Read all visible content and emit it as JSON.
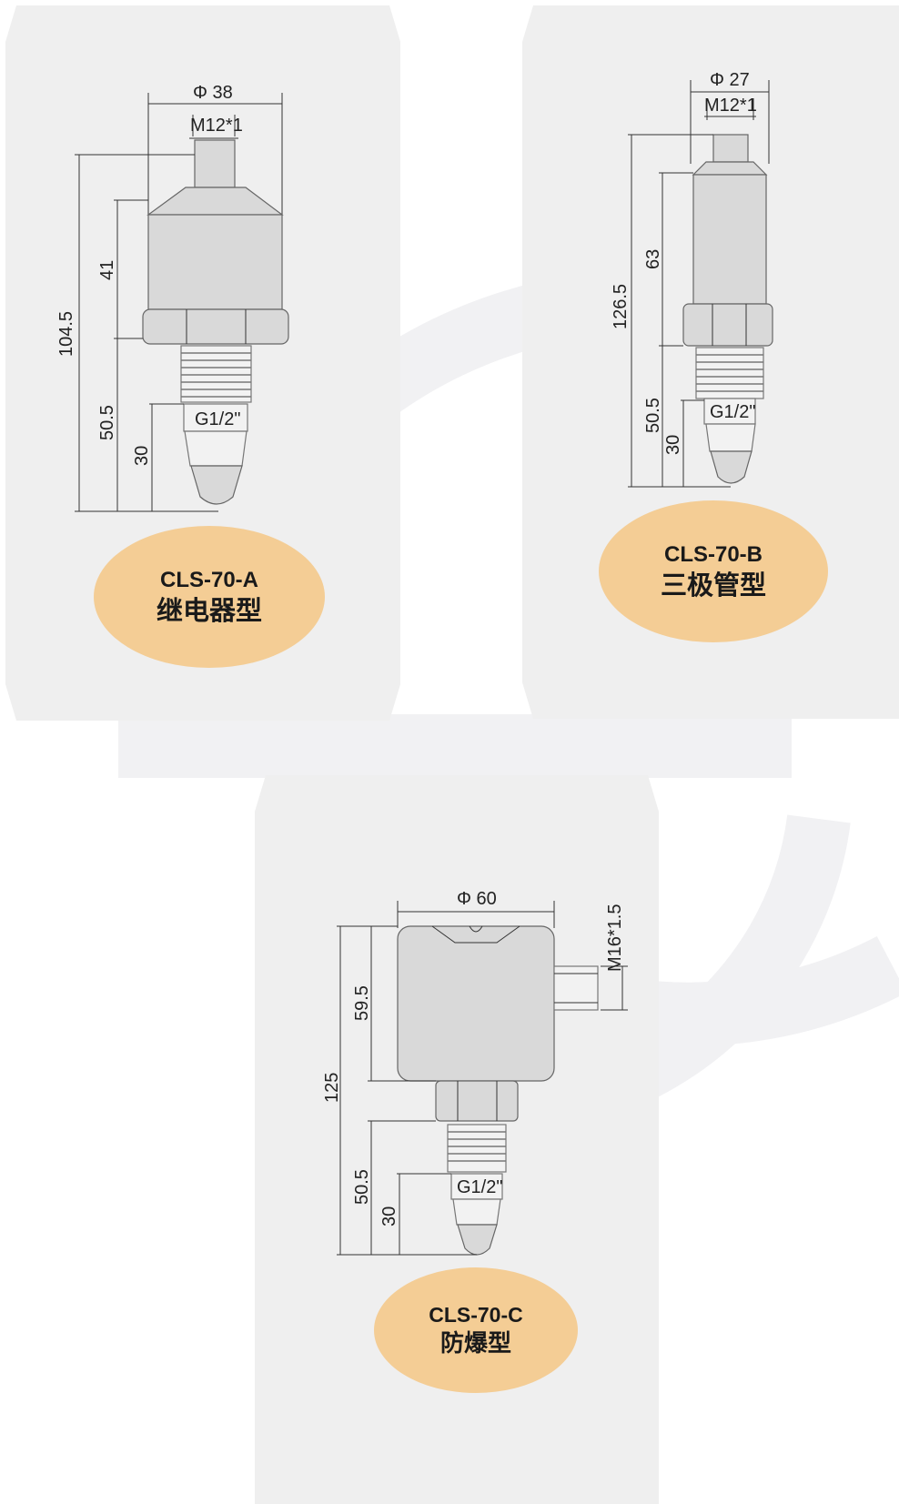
{
  "products": [
    {
      "model": "CLS-70-A",
      "type": "继电器型",
      "dimensions": {
        "diameter": "Φ 38",
        "connector": "M12*1",
        "total_length": "104.5",
        "body_length": "41",
        "thread_section": "50.5",
        "probe_length": "30",
        "process_thread": "G1/2\""
      }
    },
    {
      "model": "CLS-70-B",
      "type": "三极管型",
      "dimensions": {
        "diameter": "Φ 27",
        "connector": "M12*1",
        "total_length": "126.5",
        "body_length": "63",
        "thread_section": "50.5",
        "probe_length": "30",
        "process_thread": "G1/2\""
      }
    },
    {
      "model": "CLS-70-C",
      "type": "防爆型",
      "dimensions": {
        "diameter": "Φ 60",
        "cable_thread": "M16*1.5",
        "total_length": "125",
        "body_length": "59.5",
        "thread_section": "50.5",
        "probe_length": "30",
        "process_thread": "G1/2\""
      }
    }
  ],
  "colors": {
    "card_background": "#efefef",
    "badge_fill": "#f4cd95",
    "watermark": "#f2f2f4"
  }
}
